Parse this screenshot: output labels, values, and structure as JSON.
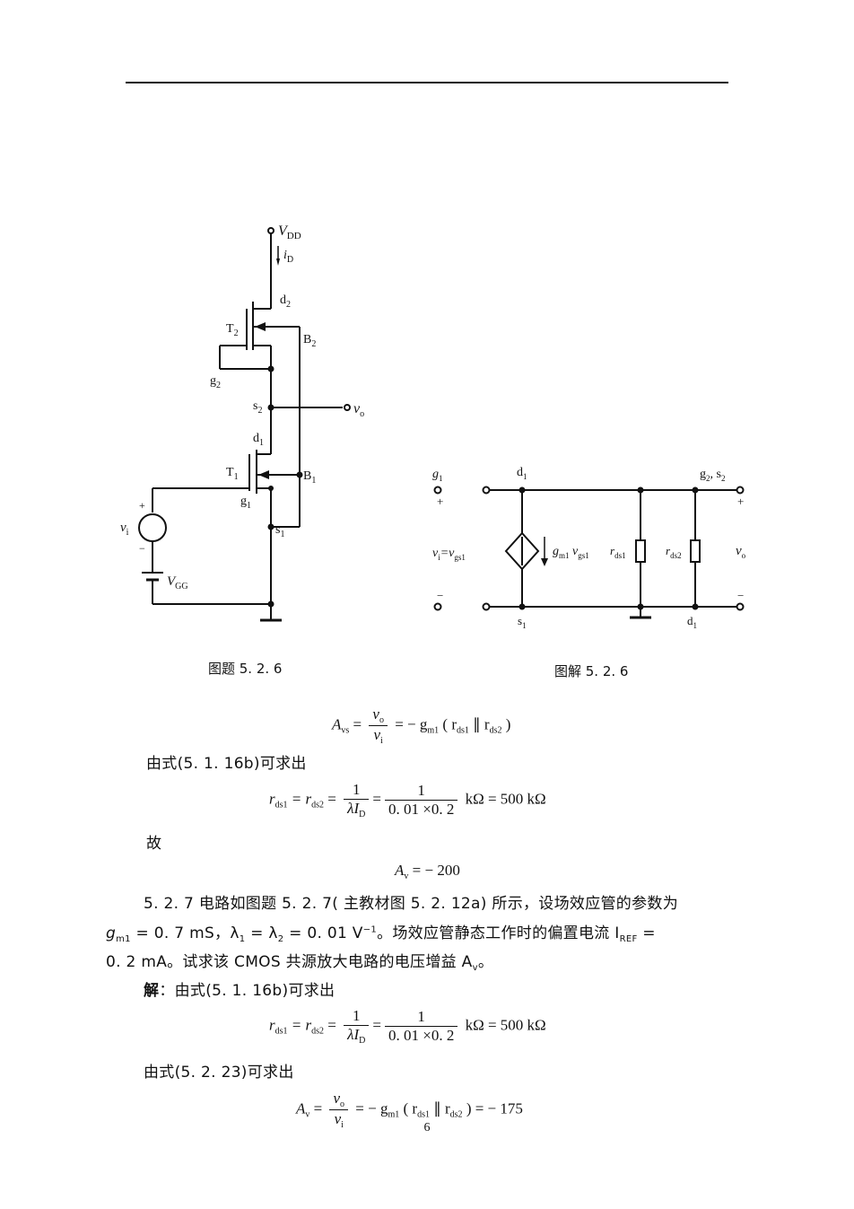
{
  "figure_left": {
    "caption": "图题 5. 2. 6",
    "labels": {
      "vdd": "V",
      "vdd_sub": "DD",
      "id": "i",
      "id_sub": "D",
      "d2": "d",
      "d2_sub": "2",
      "t2": "T",
      "t2_sub": "2",
      "b2": "B",
      "b2_sub": "2",
      "g2": "g",
      "g2_sub": "2",
      "s2": "s",
      "s2_sub": "2",
      "vo": "v",
      "vo_sub": "o",
      "d1": "d",
      "d1_sub": "1",
      "t1": "T",
      "t1_sub": "1",
      "b1": "B",
      "b1_sub": "1",
      "g1": "g",
      "g1_sub": "1",
      "s1": "s",
      "s1_sub": "1",
      "vi": "v",
      "vi_sub": "i",
      "plus": "+",
      "minus": "−",
      "vgg": "V",
      "vgg_sub": "GG"
    }
  },
  "figure_right": {
    "caption": "图解 5. 2. 6",
    "labels": {
      "g1": "g",
      "g1_sub": "1",
      "d1_top": "d",
      "d1_top_sub": "1",
      "g2s2": "g",
      "g2s2_sub": "2",
      "g2s2_b": ", s",
      "g2s2_b_sub": "2",
      "plus_l": "+",
      "plus_r": "+",
      "vi_eq": "v",
      "vi_eq_sub": "i",
      "vi_eq_b": "=v",
      "vi_eq_b_sub": "gs1",
      "gm": "g",
      "gm_sub": "m1",
      "gm_b": " v",
      "gm_b_sub": "gs1",
      "rds1": "r",
      "rds1_sub": "ds1",
      "rds2": "r",
      "rds2_sub": "ds2",
      "vo": "v",
      "vo_sub": "o",
      "minus_l": "−",
      "minus_r": "−",
      "s1": "s",
      "s1_sub": "1",
      "d1_bot": "d",
      "d1_bot_sub": "1"
    }
  },
  "text": {
    "eq1_lhs": "A",
    "eq1_lhs_sub": "vs",
    "eq1_num": "v",
    "eq1_num_sub": "o",
    "eq1_den": "v",
    "eq1_den_sub": "i",
    "eq1_rhs": " = − g",
    "eq1_rhs_sub": "m1",
    "eq1_rhs_b": " ( r",
    "eq1_rhs_b_sub": "ds1",
    "eq1_rhs_c": " ∥ r",
    "eq1_rhs_c_sub": "ds2",
    "eq1_rhs_d": " )",
    "line1": "由式(5. 1. 16b)可求出",
    "eq2_a": "r",
    "eq2_a_sub": "ds1",
    "eq2_b": " = r",
    "eq2_b_sub": "ds2",
    "eq2_c": " = ",
    "eq2_f1_num": "1",
    "eq2_f1_den": "λI",
    "eq2_f1_den_sub": "D",
    "eq2_f2_num": "1",
    "eq2_f2_den": "0. 01 ×0. 2",
    "eq2_tail": " kΩ = 500  kΩ",
    "line2": "故",
    "eq3": "A",
    "eq3_sub": "v",
    "eq3_rhs": " =  − 200",
    "p1_l1": "5. 2. 7   电路如图题 5. 2. 7( 主教材图 5. 2. 12a) 所示，设场效应管的参数为",
    "p1_l2_a": "g",
    "p1_l2_a_sub": "m1",
    "p1_l2_b": " = 0. 7  mS，λ",
    "p1_l2_b_sub": "1",
    "p1_l2_c": " = λ",
    "p1_l2_c_sub": "2",
    "p1_l2_d": " = 0. 01  V",
    "p1_l2_sup": "−1",
    "p1_l2_e": "。场效应管静态工作时的偏置电流 I",
    "p1_l2_e_sub": "REF",
    "p1_l2_f": " =",
    "p1_l3": "0. 2 mA。试求该 CMOS 共源放大电路的电压增益 A",
    "p1_l3_sub": "v",
    "p1_l3_b": "。",
    "sol_bold": "解",
    "sol_rest": "：由式(5. 1. 16b)可求出",
    "line3": "由式(5. 2. 23)可求出",
    "eq5_lhs": "A",
    "eq5_lhs_sub": "v",
    "eq5_num": "v",
    "eq5_num_sub": "o",
    "eq5_den": "v",
    "eq5_den_sub": "i",
    "eq5_rhs": " = − g",
    "eq5_rhs_sub": "m1",
    "eq5_rhs_b": " ( r",
    "eq5_rhs_b_sub": "ds1",
    "eq5_rhs_c": " ∥ r",
    "eq5_rhs_c_sub": "ds2",
    "eq5_rhs_d": " )  =  − 175",
    "page_number": "6"
  }
}
